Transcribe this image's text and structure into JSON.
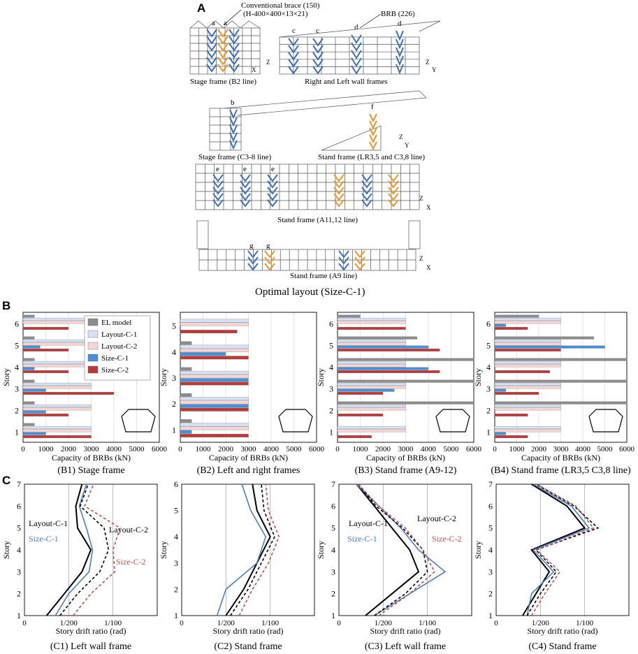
{
  "panel_letters": {
    "a": "A",
    "b": "B",
    "c": "C"
  },
  "section_a": {
    "caption": "Optimal layout (Size-C-1)",
    "brace_note_1": "Conventional brace (150)",
    "brace_note_2": "(H-400×400×13×21)",
    "brb_note": "BRB (226)",
    "frames": [
      {
        "label": "Stage frame (B2 line)",
        "axis_v": "Z",
        "axis_h": "X"
      },
      {
        "label": "Right and Left wall frames",
        "axis_v": "Z",
        "axis_h": "Y"
      },
      {
        "label": "Stage frame (C3-8 line)",
        "axis_v": "",
        "axis_h": ""
      },
      {
        "label": "Stand frame (LR3,5 and C3,8 line)",
        "axis_v": "Z",
        "axis_h": "Y"
      },
      {
        "label": "Stand frame (A11,12 line)",
        "axis_v": "Z",
        "axis_h": "X"
      },
      {
        "label": "Stand frame (A9 line)",
        "axis_v": "Z",
        "axis_h": "X"
      }
    ],
    "brace_tags": [
      "a",
      "a",
      "c",
      "c",
      "d",
      "d",
      "b",
      "f",
      "e",
      "e",
      "e",
      "g",
      "g"
    ],
    "colors": {
      "conventional": "#E8962E",
      "brb": "#3F6FB5",
      "frame": "#555555"
    }
  },
  "chart_data": [
    {
      "type": "bar",
      "id": "B1",
      "title": "(B1) Stage frame",
      "xlabel": "Capacity of BRBs (kN)",
      "ylabel": "Story",
      "xlim": [
        0,
        6000
      ],
      "xticks": [
        "0",
        "1000",
        "2000",
        "3000",
        "4000",
        "5000",
        "6000"
      ],
      "categories": [
        "1",
        "2",
        "3",
        "4",
        "5",
        "6"
      ],
      "legend": [
        "EL model",
        "Layout-C-1",
        "Layout-C-2",
        "Size-C-1",
        "Size-C-2"
      ],
      "series": [
        {
          "name": "EL model",
          "color": "#8C8C8C",
          "values": [
            500,
            500,
            500,
            500,
            500,
            500
          ]
        },
        {
          "name": "Layout-C-1",
          "color": "#D6E2F3",
          "values": [
            3000,
            3000,
            3000,
            3000,
            3000,
            3000
          ]
        },
        {
          "name": "Layout-C-2",
          "color": "#F4D6D6",
          "values": [
            3000,
            3000,
            3000,
            3000,
            3000,
            3000
          ]
        },
        {
          "name": "Size-C-1",
          "color": "#4A8FD6",
          "values": [
            1000,
            1000,
            1000,
            500,
            750,
            0
          ]
        },
        {
          "name": "Size-C-2",
          "color": "#B43C3C",
          "values": [
            3000,
            2000,
            4000,
            2000,
            2000,
            2000
          ]
        }
      ]
    },
    {
      "type": "bar",
      "id": "B2",
      "title": "(B2) Left and right frames",
      "xlabel": "Capacity of BRBs (kN)",
      "ylabel": "Story",
      "xlim": [
        0,
        6000
      ],
      "xticks": [
        "0",
        "1000",
        "2000",
        "3000",
        "4000",
        "5000",
        "6000"
      ],
      "categories": [
        "1",
        "2",
        "3",
        "4",
        "5"
      ],
      "series": [
        {
          "name": "EL model",
          "color": "#8C8C8C",
          "values": [
            500,
            500,
            500,
            500,
            0
          ]
        },
        {
          "name": "Layout-C-1",
          "color": "#D6E2F3",
          "values": [
            3000,
            3000,
            3000,
            3000,
            3000
          ]
        },
        {
          "name": "Layout-C-2",
          "color": "#F4D6D6",
          "values": [
            3000,
            3000,
            3000,
            3000,
            3000
          ]
        },
        {
          "name": "Size-C-1",
          "color": "#4A8FD6",
          "values": [
            500,
            3000,
            3000,
            2000,
            0
          ]
        },
        {
          "name": "Size-C-2",
          "color": "#B43C3C",
          "values": [
            3000,
            3000,
            3000,
            3000,
            2500
          ]
        }
      ]
    },
    {
      "type": "bar",
      "id": "B3",
      "title": "(B3) Stand frame (A9-12)",
      "xlabel": "Capacity of BRBs (kN)",
      "ylabel": "Story",
      "xlim": [
        0,
        6000
      ],
      "xticks": [
        "0",
        "1000",
        "2000",
        "3000",
        "4000",
        "5000",
        "6000"
      ],
      "categories": [
        "1",
        "2",
        "3",
        "4",
        "5",
        "6"
      ],
      "series": [
        {
          "name": "EL model",
          "color": "#8C8C8C",
          "values": [
            0,
            6000,
            6000,
            6000,
            3500,
            1000
          ]
        },
        {
          "name": "Layout-C-1",
          "color": "#D6E2F3",
          "values": [
            3000,
            3000,
            3000,
            3000,
            3000,
            3000
          ]
        },
        {
          "name": "Layout-C-2",
          "color": "#F4D6D6",
          "values": [
            3000,
            3000,
            3000,
            3000,
            3000,
            3000
          ]
        },
        {
          "name": "Size-C-1",
          "color": "#4A8FD6",
          "values": [
            0,
            0,
            2500,
            4000,
            4000,
            0
          ]
        },
        {
          "name": "Size-C-2",
          "color": "#B43C3C",
          "values": [
            1500,
            2000,
            2000,
            4500,
            4500,
            3000
          ]
        }
      ]
    },
    {
      "type": "bar",
      "id": "B4",
      "title": "(B4) Stand frame (LR3,5 C3,8 line)",
      "xlabel": "Capacity of BRBs (kN)",
      "ylabel": "Story",
      "xlim": [
        0,
        6000
      ],
      "xticks": [
        "0",
        "1000",
        "2000",
        "3000",
        "4000",
        "5000",
        "6000"
      ],
      "categories": [
        "1",
        "2",
        "3",
        "4",
        "5",
        "6"
      ],
      "series": [
        {
          "name": "EL model",
          "color": "#8C8C8C",
          "values": [
            0,
            6000,
            6000,
            6000,
            4500,
            2000
          ]
        },
        {
          "name": "Layout-C-1",
          "color": "#D6E2F3",
          "values": [
            3000,
            3000,
            3000,
            3000,
            3000,
            3000
          ]
        },
        {
          "name": "Layout-C-2",
          "color": "#F4D6D6",
          "values": [
            3000,
            3000,
            3000,
            3000,
            3000,
            3000
          ]
        },
        {
          "name": "Size-C-1",
          "color": "#4A8FD6",
          "values": [
            500,
            0,
            500,
            0,
            5000,
            500
          ]
        },
        {
          "name": "Size-C-2",
          "color": "#B43C3C",
          "values": [
            1500,
            1500,
            2000,
            2500,
            3000,
            1500
          ]
        }
      ]
    },
    {
      "type": "line",
      "id": "C1",
      "title": "(C1) Left wall frame",
      "xlabel": "Story drift ratio (rad)",
      "ylabel": "Story",
      "xlim": [
        0,
        0.015
      ],
      "ylim": [
        1,
        7
      ],
      "yticks": [
        "1",
        "2",
        "3",
        "4",
        "5",
        "6",
        "7"
      ],
      "xticks": [
        {
          "v": 0,
          "t": "0"
        },
        {
          "v": 0.005,
          "t": "1/200"
        },
        {
          "v": 0.01,
          "t": "1/100"
        }
      ],
      "annotations": [
        "Layout-C-1",
        "Size-C-1",
        "Layout-C-2",
        "Size-C-2"
      ],
      "series": [
        {
          "name": "Layout-C-1",
          "color": "#000000",
          "dash": "",
          "width": 2,
          "x": [
            0.0025,
            0.0045,
            0.0065,
            0.0075,
            0.006,
            0.0058,
            0.0065
          ],
          "y": [
            1,
            2,
            3,
            4,
            5,
            6,
            7
          ]
        },
        {
          "name": "Size-C-1",
          "color": "#4C7CC0",
          "dash": "",
          "width": 1.6,
          "x": [
            0.0035,
            0.005,
            0.0073,
            0.0077,
            0.007,
            0.0062,
            0.007
          ],
          "y": [
            1,
            2,
            3,
            4,
            5,
            6,
            7
          ]
        },
        {
          "name": "Layout-C-2",
          "color": "#000000",
          "dash": "4,3",
          "width": 1.6,
          "x": [
            0.004,
            0.006,
            0.0085,
            0.0095,
            0.009,
            0.0063,
            0.0072
          ],
          "y": [
            1,
            2,
            3,
            4,
            5,
            6,
            7
          ]
        },
        {
          "name": "Size-C-2",
          "color": "#C0504D",
          "dash": "4,3",
          "width": 1.6,
          "x": [
            0.0055,
            0.0075,
            0.0102,
            0.01,
            0.0108,
            0.0068,
            0.0078
          ],
          "y": [
            1,
            2,
            3,
            4,
            5,
            6,
            7
          ]
        }
      ]
    },
    {
      "type": "line",
      "id": "C2",
      "title": "(C2) Stand frame",
      "xlabel": "Story drift ratio (rad)",
      "ylabel": "Story",
      "xlim": [
        0,
        0.015
      ],
      "ylim": [
        1,
        6
      ],
      "yticks": [
        "1",
        "2",
        "3",
        "4",
        "5",
        "6"
      ],
      "xticks": [
        {
          "v": 0,
          "t": "0"
        },
        {
          "v": 0.005,
          "t": "1/200"
        },
        {
          "v": 0.01,
          "t": "1/100"
        }
      ],
      "series": [
        {
          "name": "Layout-C-1",
          "color": "#000000",
          "dash": "",
          "width": 2,
          "x": [
            0.005,
            0.007,
            0.0085,
            0.01,
            0.0085,
            0.008
          ],
          "y": [
            1,
            2,
            3,
            4,
            5,
            6
          ]
        },
        {
          "name": "Size-C-1",
          "color": "#4C7CC0",
          "dash": "",
          "width": 1.6,
          "x": [
            0.004,
            0.005,
            0.0085,
            0.0095,
            0.0078,
            0.0068
          ],
          "y": [
            1,
            2,
            3,
            4,
            5,
            6
          ]
        },
        {
          "name": "Layout-C-2",
          "color": "#000000",
          "dash": "4,3",
          "width": 1.6,
          "x": [
            0.0055,
            0.0075,
            0.009,
            0.0105,
            0.0093,
            0.009
          ],
          "y": [
            1,
            2,
            3,
            4,
            5,
            6
          ]
        },
        {
          "name": "Size-C-2",
          "color": "#C0504D",
          "dash": "4,3",
          "width": 1.6,
          "x": [
            0.0065,
            0.008,
            0.0098,
            0.011,
            0.0098,
            0.0095
          ],
          "y": [
            1,
            2,
            3,
            4,
            5,
            6
          ]
        }
      ]
    },
    {
      "type": "line",
      "id": "C3",
      "title": "(C3) Left wall frame",
      "xlabel": "Story drift ratio (rad)",
      "ylabel": "Story",
      "xlim": [
        0,
        0.015
      ],
      "ylim": [
        1,
        7
      ],
      "yticks": [
        "1",
        "2",
        "3",
        "4",
        "5",
        "6",
        "7"
      ],
      "xticks": [
        {
          "v": 0,
          "t": "0"
        },
        {
          "v": 0.005,
          "t": "1/200"
        },
        {
          "v": 0.01,
          "t": "1/100"
        }
      ],
      "annotations": [
        "Layout-C-1",
        "Layout-C-2",
        "Size-C-1",
        "Size-C-2"
      ],
      "series": [
        {
          "name": "Layout-C-1",
          "color": "#000000",
          "dash": "",
          "width": 2,
          "x": [
            0.003,
            0.006,
            0.009,
            0.008,
            0.006,
            0.004,
            0.002
          ],
          "y": [
            1,
            2,
            3,
            4,
            5,
            6,
            7
          ]
        },
        {
          "name": "Size-C-1",
          "color": "#4C7CC0",
          "dash": "",
          "width": 1.6,
          "x": [
            0.004,
            0.008,
            0.012,
            0.009,
            0.007,
            0.0045,
            0.002
          ],
          "y": [
            1,
            2,
            3,
            4,
            5,
            6,
            7
          ]
        },
        {
          "name": "Layout-C-2",
          "color": "#000000",
          "dash": "4,3",
          "width": 1.6,
          "x": [
            0.004,
            0.0075,
            0.01,
            0.0095,
            0.0072,
            0.0042,
            0.0022
          ],
          "y": [
            1,
            2,
            3,
            4,
            5,
            6,
            7
          ]
        },
        {
          "name": "Size-C-2",
          "color": "#C0504D",
          "dash": "4,3",
          "width": 1.6,
          "x": [
            0.0045,
            0.008,
            0.0108,
            0.0095,
            0.0075,
            0.0045,
            0.0022
          ],
          "y": [
            1,
            2,
            3,
            4,
            5,
            6,
            7
          ]
        }
      ]
    },
    {
      "type": "line",
      "id": "C4",
      "title": "(C4) Stand frame",
      "xlabel": "Story drift ratio (rad)",
      "ylabel": "Story",
      "xlim": [
        0,
        0.015
      ],
      "ylim": [
        1,
        7
      ],
      "yticks": [
        "1",
        "2",
        "3",
        "4",
        "5",
        "6",
        "7"
      ],
      "xticks": [
        {
          "v": 0,
          "t": "0"
        },
        {
          "v": 0.005,
          "t": "1/200"
        },
        {
          "v": 0.01,
          "t": "1/100"
        }
      ],
      "series": [
        {
          "name": "Layout-C-1",
          "color": "#000000",
          "dash": "",
          "width": 2,
          "x": [
            0.003,
            0.0045,
            0.006,
            0.004,
            0.01,
            0.008,
            0.004
          ],
          "y": [
            1,
            2,
            3,
            4,
            5,
            6,
            7
          ]
        },
        {
          "name": "Size-C-1",
          "color": "#4C7CC0",
          "dash": "",
          "width": 1.6,
          "x": [
            0.0035,
            0.004,
            0.0065,
            0.0042,
            0.0105,
            0.0085,
            0.0042
          ],
          "y": [
            1,
            2,
            3,
            4,
            5,
            6,
            7
          ]
        },
        {
          "name": "Layout-C-2",
          "color": "#000000",
          "dash": "4,3",
          "width": 1.6,
          "x": [
            0.0035,
            0.005,
            0.0068,
            0.0045,
            0.0115,
            0.0088,
            0.0045
          ],
          "y": [
            1,
            2,
            3,
            4,
            5,
            6,
            7
          ]
        },
        {
          "name": "Size-C-2",
          "color": "#C0504D",
          "dash": "4,3",
          "width": 1.6,
          "x": [
            0.004,
            0.0055,
            0.0072,
            0.0046,
            0.011,
            0.009,
            0.0046
          ],
          "y": [
            1,
            2,
            3,
            4,
            5,
            6,
            7
          ]
        }
      ]
    }
  ]
}
